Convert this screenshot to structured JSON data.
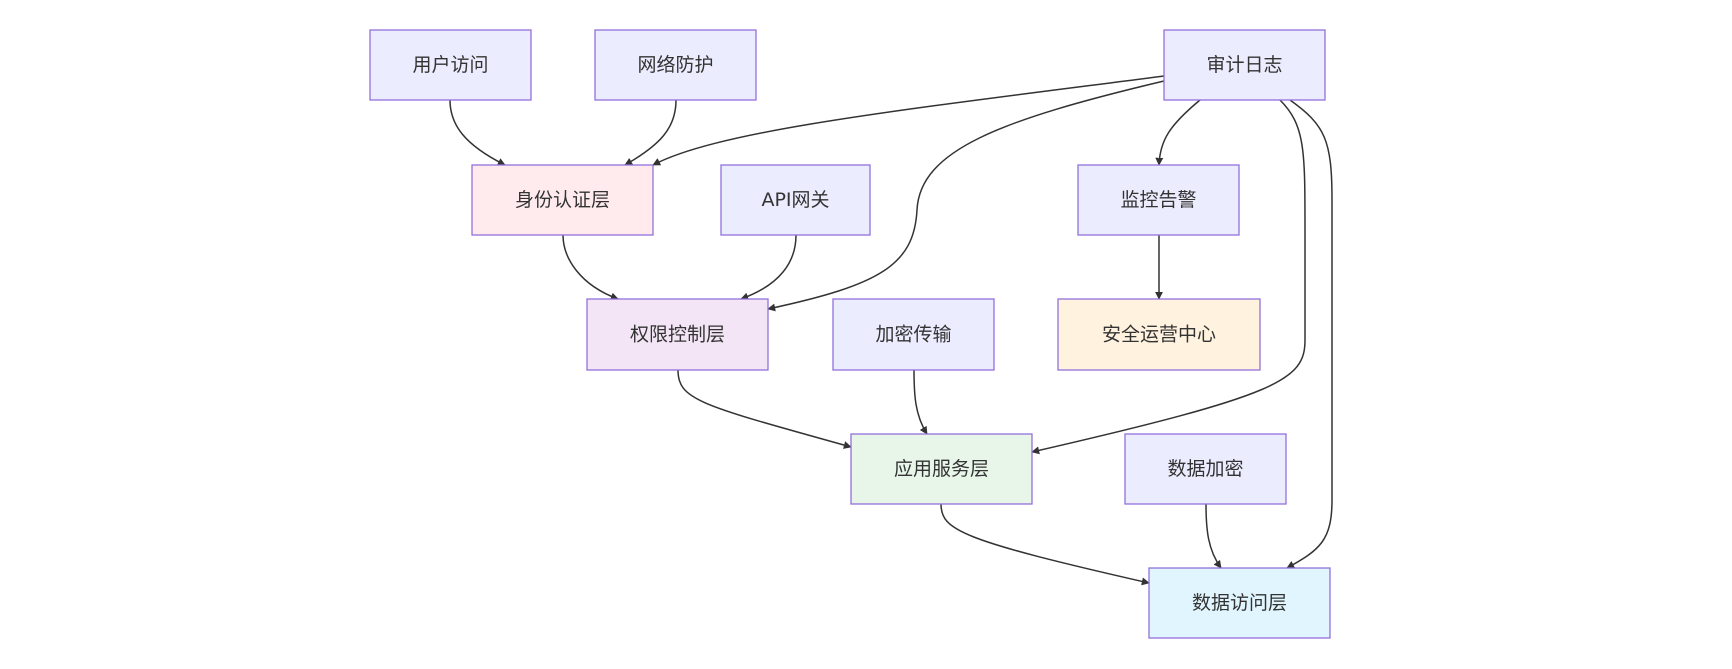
{
  "diagram": {
    "type": "flowchart",
    "colors": {
      "default_fill": "#ECECFF",
      "border": "#9370DB",
      "edge": "#333333",
      "text": "#333333"
    },
    "nodes": [
      {
        "id": "user",
        "label": "用户访问",
        "fill": "#ECECFF"
      },
      {
        "id": "net",
        "label": "网络防护",
        "fill": "#ECECFF"
      },
      {
        "id": "audit",
        "label": "审计日志",
        "fill": "#ECECFF"
      },
      {
        "id": "auth",
        "label": "身份认证层",
        "fill": "#FFEBEE"
      },
      {
        "id": "api",
        "label": "API网关",
        "fill": "#ECECFF"
      },
      {
        "id": "monitor",
        "label": "监控告警",
        "fill": "#ECECFF"
      },
      {
        "id": "perm",
        "label": "权限控制层",
        "fill": "#F3E5F5"
      },
      {
        "id": "enctrans",
        "label": "加密传输",
        "fill": "#ECECFF"
      },
      {
        "id": "soc",
        "label": "安全运营中心",
        "fill": "#FFF3E0"
      },
      {
        "id": "app",
        "label": "应用服务层",
        "fill": "#E8F5E9"
      },
      {
        "id": "dataenc",
        "label": "数据加密",
        "fill": "#ECECFF"
      },
      {
        "id": "data",
        "label": "数据访问层",
        "fill": "#E1F5FE"
      }
    ],
    "edges": [
      {
        "from": "user",
        "to": "auth"
      },
      {
        "from": "net",
        "to": "auth"
      },
      {
        "from": "audit",
        "to": "auth"
      },
      {
        "from": "auth",
        "to": "perm"
      },
      {
        "from": "api",
        "to": "perm"
      },
      {
        "from": "audit",
        "to": "perm"
      },
      {
        "from": "audit",
        "to": "monitor"
      },
      {
        "from": "monitor",
        "to": "soc"
      },
      {
        "from": "perm",
        "to": "app"
      },
      {
        "from": "enctrans",
        "to": "app"
      },
      {
        "from": "audit",
        "to": "app"
      },
      {
        "from": "app",
        "to": "data"
      },
      {
        "from": "dataenc",
        "to": "data"
      },
      {
        "from": "audit",
        "to": "data"
      }
    ]
  }
}
